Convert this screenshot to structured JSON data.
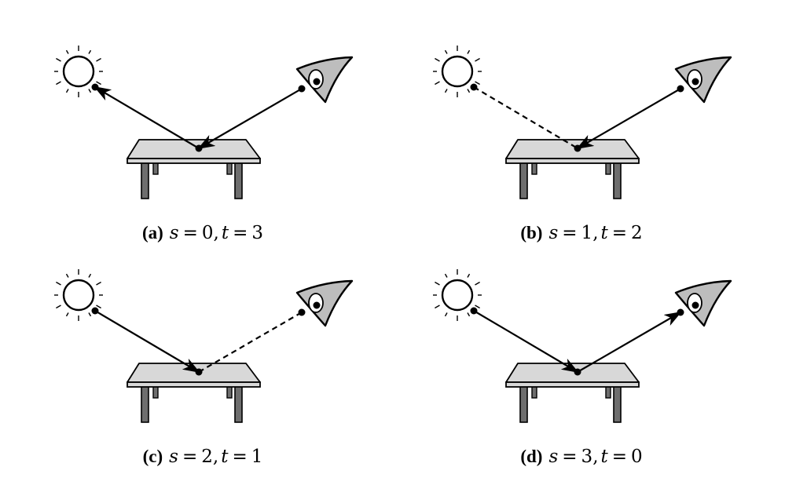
{
  "panels": [
    {
      "id": "a",
      "tag": "(a)",
      "s_sym": "s",
      "s_val": "0",
      "t_sym": "t",
      "t_val": "3",
      "light_segment": "solid-arrow-to-light",
      "eye_segment": "solid-arrow-to-table"
    },
    {
      "id": "b",
      "tag": "(b)",
      "s_sym": "s",
      "s_val": "1",
      "t_sym": "t",
      "t_val": "2",
      "light_segment": "dashed",
      "eye_segment": "solid-arrow-to-table"
    },
    {
      "id": "c",
      "tag": "(c)",
      "s_sym": "s",
      "s_val": "2",
      "t_sym": "t",
      "t_val": "1",
      "light_segment": "solid-arrow-to-table",
      "eye_segment": "dashed"
    },
    {
      "id": "d",
      "tag": "(d)",
      "s_sym": "s",
      "s_val": "3",
      "t_sym": "t",
      "t_val": "0",
      "light_segment": "solid-arrow-to-table",
      "eye_segment": "solid-arrow-to-eye"
    }
  ],
  "operators": {
    "equals": "=",
    "comma": ","
  },
  "icons": {
    "light": "sun-icon",
    "camera": "eye-icon",
    "surface": "table-icon"
  },
  "colors": {
    "stroke": "#000000",
    "table_top": "#d8d8d8",
    "table_leg": "#6e6e6e",
    "eye_fill": "#bdbdbd",
    "background": "#ffffff"
  }
}
